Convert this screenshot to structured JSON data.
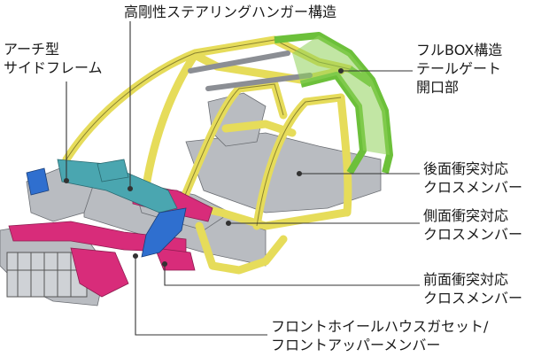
{
  "labels": {
    "steering_hanger": "高剛性ステアリングハンガー構造",
    "arch_frame": [
      "アーチ型",
      "サイドフレーム"
    ],
    "box_tailgate": [
      "フルBOX構造",
      "テールゲート",
      "開口部"
    ],
    "rear_crossmember": [
      "後面衝突対応",
      "クロスメンバー"
    ],
    "side_crossmember": [
      "側面衝突対応",
      "クロスメンバー"
    ],
    "front_crossmember": [
      "前面衝突対応",
      "クロスメンバー"
    ],
    "wheelhouse_gusset": [
      "フロントホイールハウスガセット/",
      "フロントアッパーメンバー"
    ]
  },
  "colors": {
    "yellow_frame": "#e6dc5a",
    "green_frame": "#6cc03a",
    "magenta_frame": "#d82c7a",
    "cyan_frame": "#4aa6b0",
    "blue_frame": "#2f6fcf",
    "grey_body": "#b4b7bc",
    "leader_line": "#333333"
  }
}
